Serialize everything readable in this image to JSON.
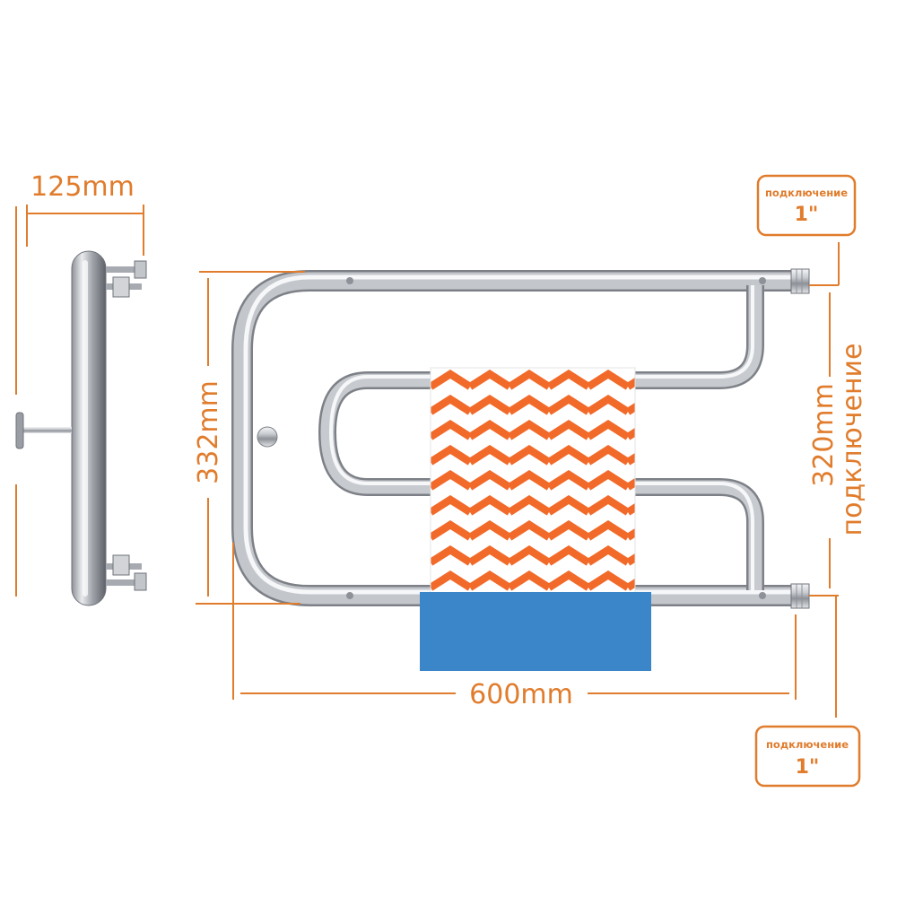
{
  "dimensions": {
    "depth": "125mm",
    "height": "332mm",
    "width": "600mm",
    "center_distance": "320mm",
    "center_distance_caption": "подключение"
  },
  "connections": {
    "top": {
      "label": "подключение",
      "size": "1\""
    },
    "bottom": {
      "label": "подключение",
      "size": "1\""
    }
  },
  "colors": {
    "dimension_lines": "#E07C2C",
    "towel_pattern": "#F26A2A",
    "towel_band": "#3A86C8",
    "chrome": "#B8BCC2"
  }
}
